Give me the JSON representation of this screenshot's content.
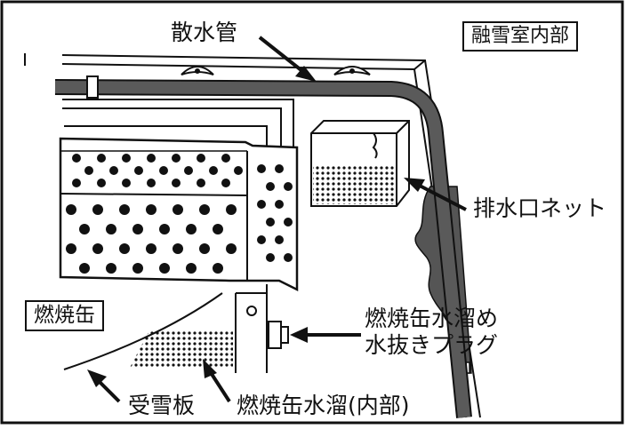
{
  "title_box": "融雪室内部",
  "labels": {
    "spray_pipe": "散水管",
    "drain_net": "排水口ネット",
    "combustion_can": "燃焼缶",
    "drain_plug_line1": "燃焼缶水溜め",
    "drain_plug_line2": "水抜きプラグ",
    "snow_plate": "受雪板",
    "reservoir_inner": "燃焼缶水溜(内部)"
  },
  "colors": {
    "pipe": "#5a5a5a",
    "line": "#111111",
    "background": "#ffffff"
  }
}
